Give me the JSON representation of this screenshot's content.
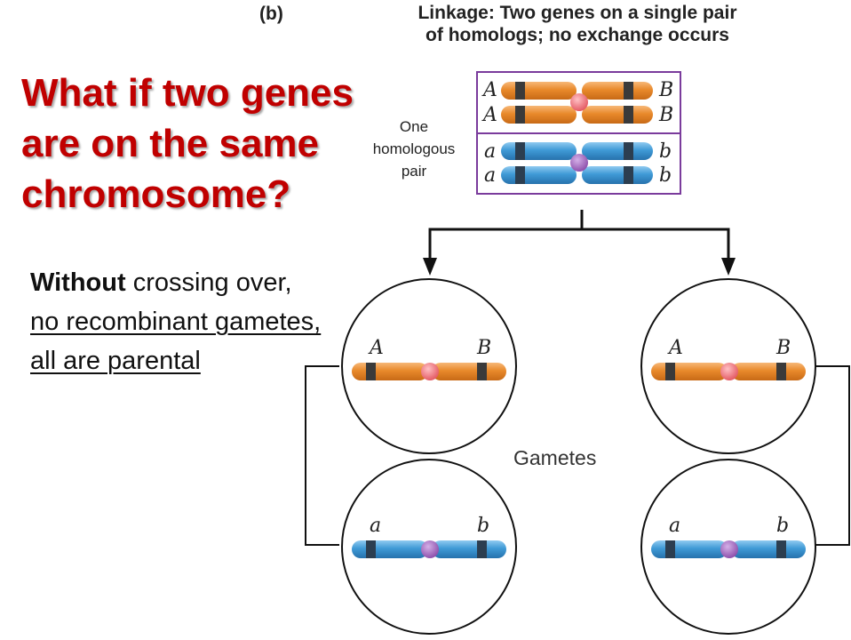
{
  "slide": {
    "panel_label": "(b)",
    "caption_line1": "Linkage: Two genes on a single pair",
    "caption_line2": "of homologs; no exchange occurs",
    "headline_line1": "What if two genes",
    "headline_line2": "are on the same",
    "headline_line3": "chromosome?",
    "body_bold": "Without",
    "body_rest": " crossing over, ",
    "body_underlined": "no recombinant gametes, all are parental"
  },
  "diagram": {
    "pair_label_line1": "One",
    "pair_label_line2": "homologous",
    "pair_label_line3": "pair",
    "gametes_label": "Gametes",
    "alleles": {
      "dominant_left": "A",
      "dominant_right": "B",
      "recessive_left": "a",
      "recessive_right": "b"
    },
    "colors": {
      "orange_chromosome": "#e8892b",
      "blue_chromosome": "#3f9ad6",
      "orange_centromere": "#f06a72",
      "blue_centromere": "#9b5fb5",
      "box_border": "#7a3b9c",
      "headline": "#c00000"
    }
  }
}
